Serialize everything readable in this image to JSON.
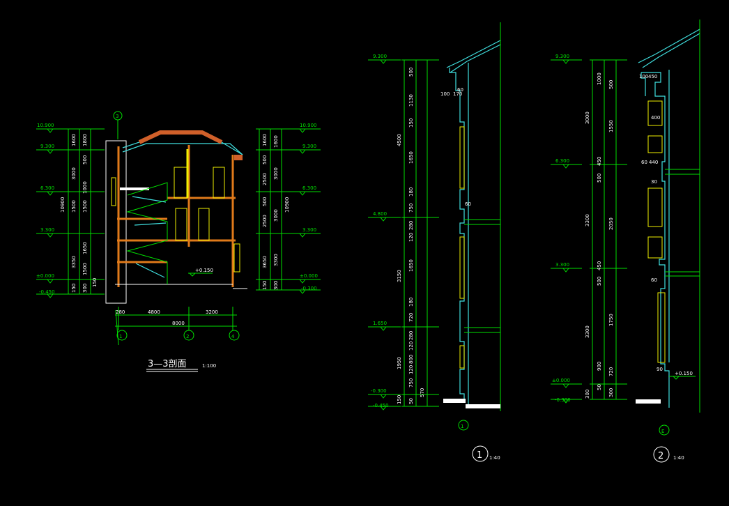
{
  "section_33": {
    "title": "3—3剖面",
    "scale": "1:100",
    "left_levels": [
      "10.900",
      "9.300",
      "6.300",
      "3.300",
      "±0.000",
      "-0.450"
    ],
    "right_levels": [
      "10.900",
      "9.300",
      "6.300",
      "3.300",
      "±0.000",
      "-0.300"
    ],
    "dims_left_outer": [
      "1600",
      "3000",
      "1800",
      "1500",
      "3350",
      "150",
      "300",
      "10900"
    ],
    "dims_left_inner": [
      "500",
      "1000",
      "1500",
      "1650",
      "1500",
      "150"
    ],
    "dims_right_outer": [
      "1600",
      "3000",
      "3000",
      "3300",
      "300",
      "10900"
    ],
    "dims_right_inner": [
      "500",
      "2500",
      "500",
      "2500",
      "3650",
      "150"
    ],
    "interior_level": "+0.150",
    "bottom_dims": [
      "4800",
      "3200",
      "8000",
      "280"
    ],
    "axes": [
      "1",
      "2",
      "4"
    ],
    "top_axis": "3"
  },
  "detail_1": {
    "levels": [
      "9.300",
      "4.800",
      "1.650",
      "-0.300",
      "-0.450"
    ],
    "dims_outer": [
      "4500",
      "3150",
      "1950",
      "150"
    ],
    "dims_inner": [
      "500",
      "1130",
      "150",
      "1650",
      "180",
      "750",
      "280",
      "120",
      "1650",
      "180",
      "720",
      "280",
      "120",
      "800",
      "120",
      "750",
      "570",
      "50"
    ],
    "small_dims": [
      "100",
      "170",
      "60",
      "60"
    ],
    "axis": "1",
    "index": "1",
    "scale": "1:40"
  },
  "detail_2": {
    "levels": [
      "9.300",
      "6.300",
      "3.300",
      "±0.000",
      "-0.300"
    ],
    "dims_outer": [
      "1000",
      "3000",
      "3300",
      "3300",
      "300"
    ],
    "dims_inner": [
      "500",
      "1550",
      "450",
      "500",
      "2050",
      "450",
      "500",
      "1750",
      "900",
      "50",
      "720",
      "300"
    ],
    "small_dims": [
      "100",
      "450",
      "60",
      "440",
      "30",
      "60",
      "90"
    ],
    "label_400": "400",
    "interior_level": "+0.150",
    "axis": "E",
    "index": "2",
    "scale": "1:40"
  }
}
